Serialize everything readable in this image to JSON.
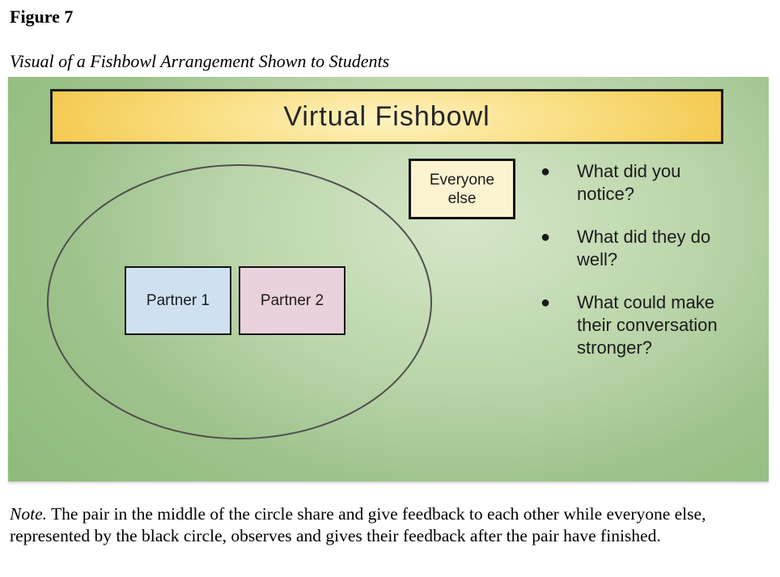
{
  "document": {
    "figure_label": "Figure 7",
    "figure_caption": "Visual of a Fishbowl Arrangement Shown to Students",
    "note_label": "Note.",
    "note_text": " The pair in the middle of the circle share and give feedback to each other while everyone else, represented by the black circle, observes and gives their feedback after the pair have finished."
  },
  "slide": {
    "title": "Virtual Fishbowl",
    "everyone_else_label": "Everyone\nelse",
    "partner1_label": "Partner 1",
    "partner2_label": "Partner 2",
    "bullets": [
      "What did you notice?",
      "What did they do well?",
      "What could make their conversation stronger?"
    ],
    "bullet_marker": "●",
    "colors": {
      "slide_green_light": "#d6e6c9",
      "slide_green_edge": "#8fbc7d",
      "banner_gold_edge": "#f3c74b",
      "banner_gold_center": "#fdf3c2",
      "banner_border": "#1a1a1a",
      "ellipse_stroke": "#4e4e4e",
      "partner1_fill": "#cfe1f1",
      "partner2_fill": "#e9d2dc",
      "everyone_fill": "#fcf3d0",
      "text_dark": "#1a1a1a"
    }
  }
}
